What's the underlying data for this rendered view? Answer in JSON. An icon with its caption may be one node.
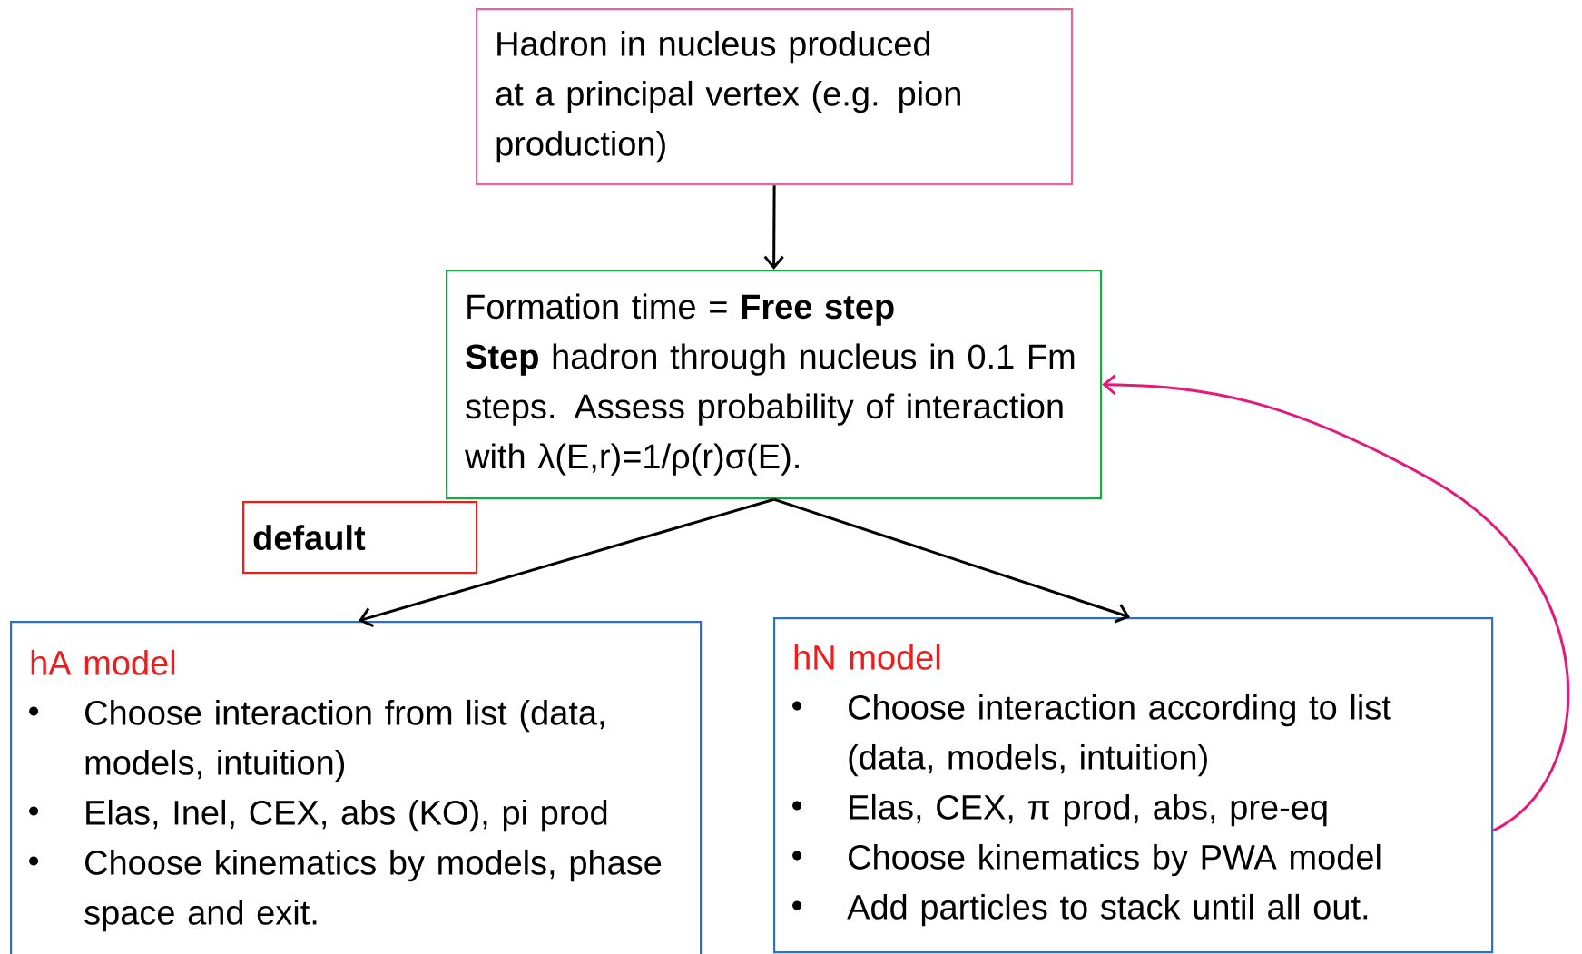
{
  "diagram": {
    "nodes": [
      {
        "text": [
          "Hadron in nucleus produced at a principal vertex (e.g. pion production)"
        ]
      },
      {
        "text": [
          "Formation time = **Free step**",
          "**Step** hadron through nucleus in 0.1 Fm steps.  Assess probability of interaction with λ(E,r)=1/ρ(r)σ(E)."
        ]
      },
      {
        "text": [
          "default"
        ]
      },
      {
        "text": [
          "hA model",
          "Choose interaction from list (data, models, intuition)",
          "Elas, Inel, CEX, abs (KO), pi prod",
          "Choose kinematics by models, phase space and exit."
        ]
      },
      {
        "text": [
          "hN model",
          "Choose interaction according to list (data, models, intuition)",
          "Elas, CEX, π prod, abs, pre-eq",
          "Choose kinematics by PWA model",
          "Add particles to stack until all out."
        ]
      }
    ],
    "edges": [
      {
        "from": 0,
        "to": 1,
        "arrow": "to"
      },
      {
        "from": 1,
        "to": 3,
        "arrow": "to"
      },
      {
        "from": 1,
        "to": 4,
        "arrow": "to"
      },
      {
        "from": 4,
        "to": 1,
        "arrow": "to",
        "color": "#e6197a"
      }
    ]
  }
}
